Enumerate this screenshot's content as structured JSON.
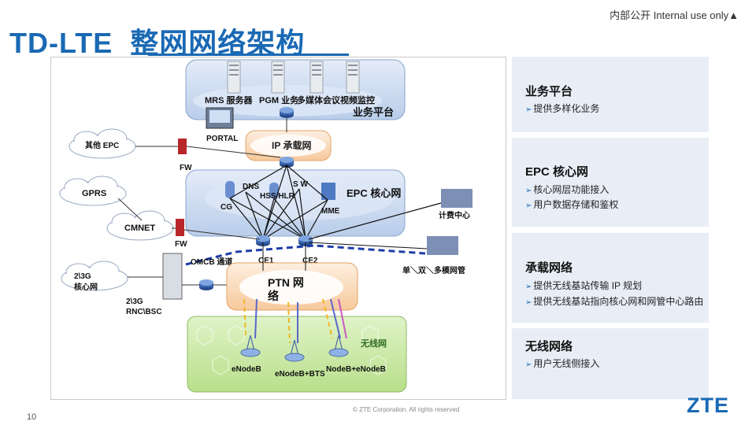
{
  "header": {
    "title_en": "TD-LTE",
    "title_zh": "整网网络架构",
    "classification": "内部公开  Internal use only▲"
  },
  "diagram": {
    "service_servers": [
      "MRS 服务器",
      "PGM 业务",
      "多媒体会议",
      "视频监控"
    ],
    "service_platform": "业务平台",
    "portal": "PORTAL",
    "ip_bearer": "IP 承载网",
    "other_epc": "其他 EPC",
    "fw": "FW",
    "gprs": "GPRS",
    "cmnet": "CMNET",
    "epc_core": "EPC 核心网",
    "cg": "CG",
    "dns": "DNS",
    "hss_hlr": "HSS/HLR",
    "sgw_pgw": "S  W",
    "mme": "MME",
    "billing": "计费中心",
    "ce1": "CE1",
    "ce2": "CE2",
    "nms": "单＼双＼多模网管",
    "omcb": "OMCB 通道",
    "core_23g": [
      "2\\3G",
      "核心网"
    ],
    "rnc_bsc": [
      "2\\3G",
      "RNC\\BSC"
    ],
    "ptn": [
      "PTN 网",
      "络"
    ],
    "wireless": "无线网",
    "enodeb1": "eNodeB",
    "enodeb2": "eNodeB+BTS",
    "enodeb3": "NodeB+eNodeB"
  },
  "panels": [
    {
      "title": "业务平台",
      "items": [
        "提供多样化业务"
      ]
    },
    {
      "title": "EPC 核心网",
      "items": [
        "核心网层功能接入",
        "用户数据存储和鉴权"
      ]
    },
    {
      "title": "承载网络",
      "items": [
        "提供无线基站传输 IP 规划",
        "提供无线基站指向核心网和网管中心路由"
      ]
    },
    {
      "title": "无线网络",
      "items": [
        "用户无线侧接入"
      ]
    }
  ],
  "footer": {
    "page_number": "10",
    "copyright": "© ZTE Corporation. All rights reserved",
    "logo": "ZTE"
  },
  "colors": {
    "brand_blue": "#1a69b4",
    "panel_bg": "#e9eef6",
    "orange_fill": "#fbe1c8",
    "blue_fill": "#c9d9f0",
    "wireless_fill": "#c8e8a6"
  }
}
